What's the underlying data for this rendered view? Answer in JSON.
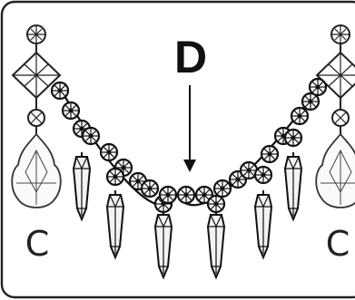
{
  "labels": {
    "center_label": "D",
    "left_label": "C",
    "right_label": "C"
  },
  "colors": {
    "frame": "#222222",
    "ink": "#111111",
    "pendant_fill": "#f3f3f3"
  },
  "icons": [
    "arrow-down-icon",
    "octagon-bead-icon",
    "crystal-drop-icon",
    "prism-pendant-icon",
    "star-bead-icon"
  ]
}
